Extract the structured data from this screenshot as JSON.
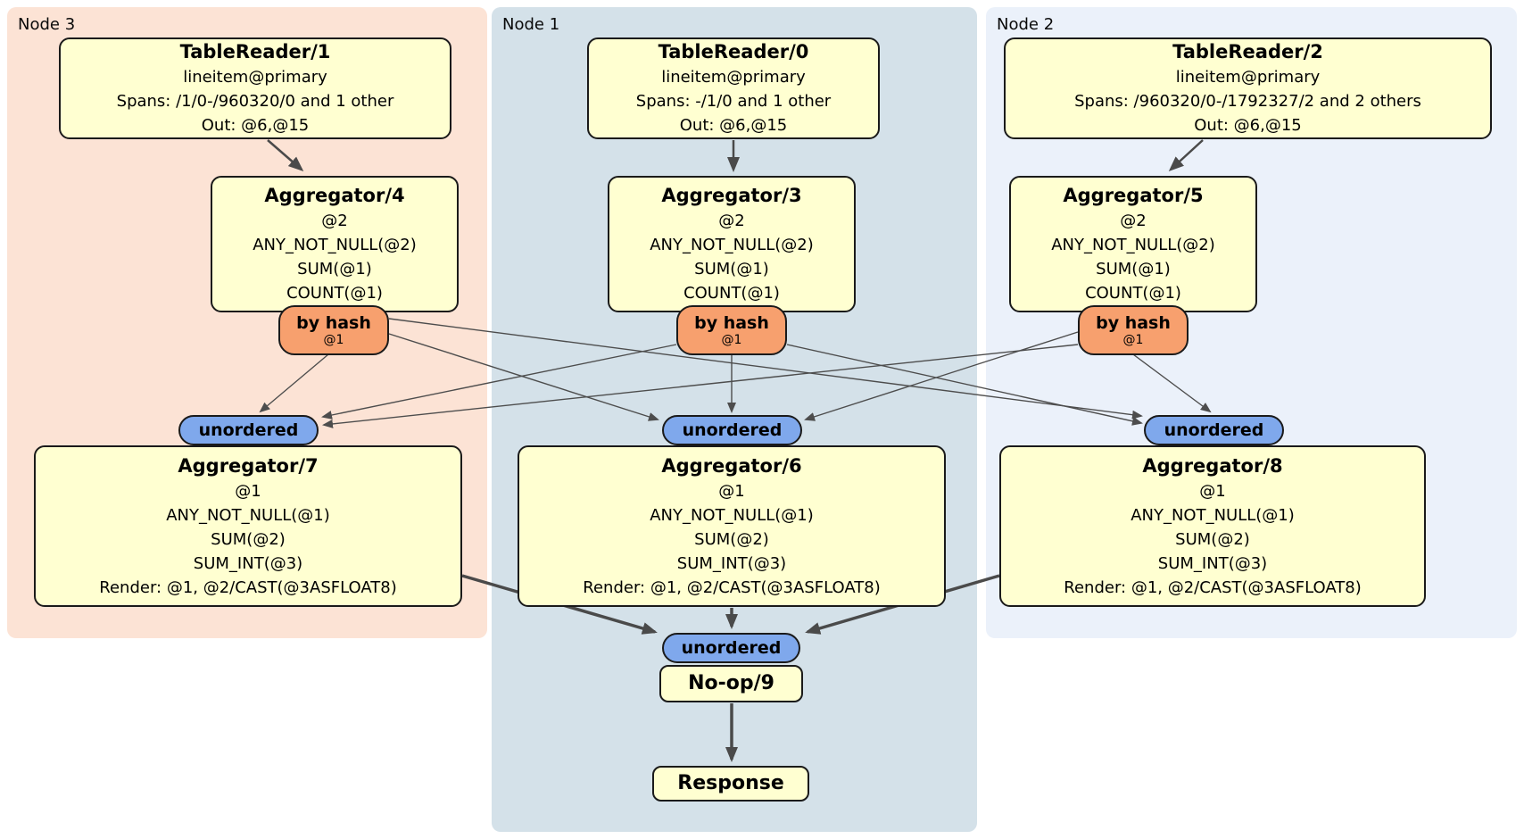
{
  "regions": {
    "node3": {
      "label": "Node 3"
    },
    "node1": {
      "label": "Node 1"
    },
    "node2": {
      "label": "Node 2"
    }
  },
  "processors": {
    "tr1": {
      "title": "TableReader/1",
      "lines": [
        "lineitem@primary",
        "Spans: /1/0-/960320/0 and 1 other",
        "Out: @6,@15"
      ]
    },
    "tr0": {
      "title": "TableReader/0",
      "lines": [
        "lineitem@primary",
        "Spans: -/1/0 and 1 other",
        "Out: @6,@15"
      ]
    },
    "tr2": {
      "title": "TableReader/2",
      "lines": [
        "lineitem@primary",
        "Spans: /960320/0-/1792327/2 and 2 others",
        "Out: @6,@15"
      ]
    },
    "agg4": {
      "title": "Aggregator/4",
      "lines": [
        "@2",
        "ANY_NOT_NULL(@2)",
        "SUM(@1)",
        "COUNT(@1)"
      ]
    },
    "agg3": {
      "title": "Aggregator/3",
      "lines": [
        "@2",
        "ANY_NOT_NULL(@2)",
        "SUM(@1)",
        "COUNT(@1)"
      ]
    },
    "agg5": {
      "title": "Aggregator/5",
      "lines": [
        "@2",
        "ANY_NOT_NULL(@2)",
        "SUM(@1)",
        "COUNT(@1)"
      ]
    },
    "agg7": {
      "title": "Aggregator/7",
      "lines": [
        "@1",
        "ANY_NOT_NULL(@1)",
        "SUM(@2)",
        "SUM_INT(@3)",
        "Render: @1, @2/CAST(@3ASFLOAT8)"
      ]
    },
    "agg6": {
      "title": "Aggregator/6",
      "lines": [
        "@1",
        "ANY_NOT_NULL(@1)",
        "SUM(@2)",
        "SUM_INT(@3)",
        "Render: @1, @2/CAST(@3ASFLOAT8)"
      ]
    },
    "agg8": {
      "title": "Aggregator/8",
      "lines": [
        "@1",
        "ANY_NOT_NULL(@1)",
        "SUM(@2)",
        "SUM_INT(@3)",
        "Render: @1, @2/CAST(@3ASFLOAT8)"
      ]
    },
    "noop": {
      "title": "No-op/9"
    },
    "response": {
      "title": "Response"
    }
  },
  "routers": {
    "byhash4": {
      "label": "by hash",
      "sub": "@1"
    },
    "byhash3": {
      "label": "by hash",
      "sub": "@1"
    },
    "byhash5": {
      "label": "by hash",
      "sub": "@1"
    }
  },
  "syncs": {
    "unordered7": {
      "label": "unordered"
    },
    "unordered6": {
      "label": "unordered"
    },
    "unordered8": {
      "label": "unordered"
    },
    "unordered9": {
      "label": "unordered"
    }
  },
  "colors": {
    "region_node3": "#fce3d5",
    "region_node1": "#d4e1e9",
    "region_node2": "#ebf1fa",
    "processor_fill": "#ffffd1",
    "router_fill": "#f7a06e",
    "sync_fill": "#7fa8ec",
    "edge": "#4a4a4a",
    "border": "#1a1a1a"
  }
}
